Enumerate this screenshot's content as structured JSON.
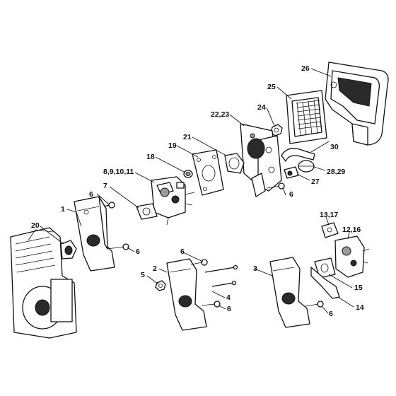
{
  "callouts": {
    "c26": "26",
    "c25": "25",
    "c24": "24",
    "c2223": "22,23",
    "c21": "21",
    "c19": "19",
    "c30": "30",
    "c18": "18",
    "c2829": "28,29",
    "c27": "27",
    "c8911": "8,9,10,11",
    "c6a": "6",
    "c7": "7",
    "c6b": "6",
    "c1": "1",
    "c20": "20",
    "c6c": "6",
    "c1317": "13,17",
    "c1216": "12,16",
    "c6d": "6",
    "c2": "2",
    "c3": "3",
    "c5": "5",
    "c4": "4",
    "c15": "15",
    "c6e": "6",
    "c14": "14",
    "c6f": "6"
  }
}
